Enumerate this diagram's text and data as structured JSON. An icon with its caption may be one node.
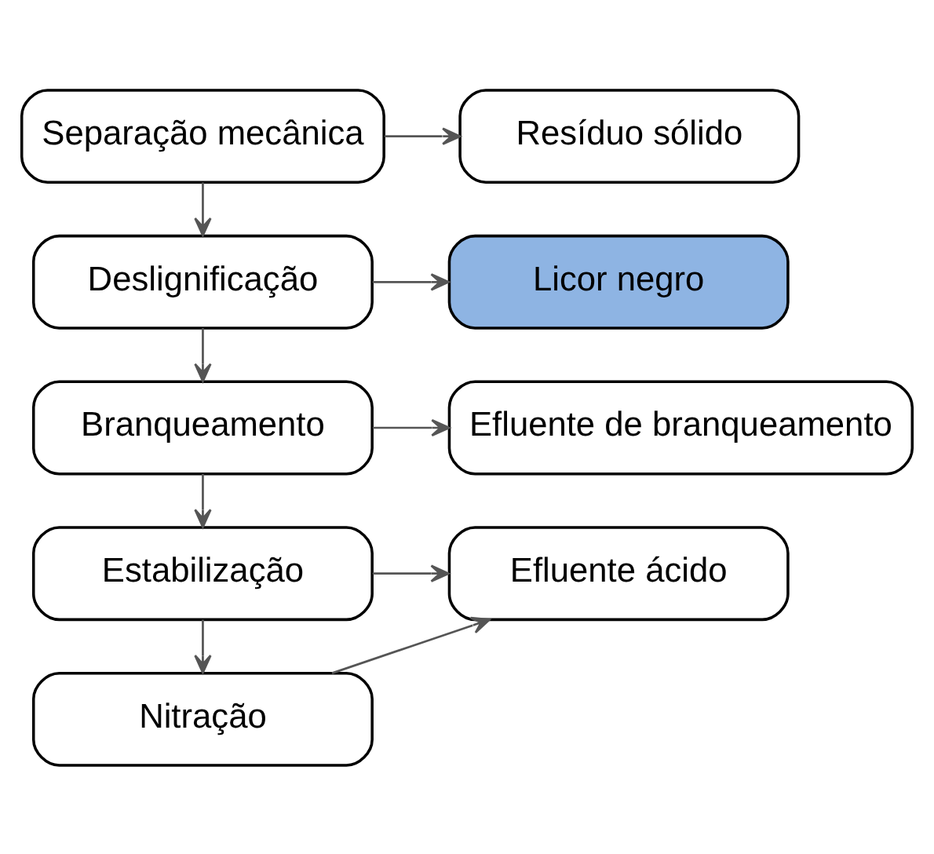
{
  "diagram": {
    "nodes": [
      {
        "text": [
          "Separação mecânica"
        ]
      },
      {
        "text": [
          "Resíduo sólido"
        ]
      },
      {
        "text": [
          "Deslignificação"
        ]
      },
      {
        "text": [
          "Licor negro"
        ]
      },
      {
        "text": [
          "Branqueamento"
        ]
      },
      {
        "text": [
          "Efluente de branqueamento"
        ]
      },
      {
        "text": [
          "Estabilização"
        ]
      },
      {
        "text": [
          "Efluente ácido"
        ]
      },
      {
        "text": [
          "Nitração"
        ]
      }
    ],
    "edges": [
      {
        "from": 0,
        "to": 1,
        "arrow": "to"
      },
      {
        "from": 0,
        "to": 2,
        "arrow": "to"
      },
      {
        "from": 2,
        "to": 3,
        "arrow": "to"
      },
      {
        "from": 2,
        "to": 4,
        "arrow": "to"
      },
      {
        "from": 4,
        "to": 5,
        "arrow": "to"
      },
      {
        "from": 4,
        "to": 6,
        "arrow": "to"
      },
      {
        "from": 6,
        "to": 7,
        "arrow": "to"
      },
      {
        "from": 6,
        "to": 8,
        "arrow": "to"
      },
      {
        "from": 8,
        "to": 7,
        "arrow": "to"
      }
    ]
  }
}
